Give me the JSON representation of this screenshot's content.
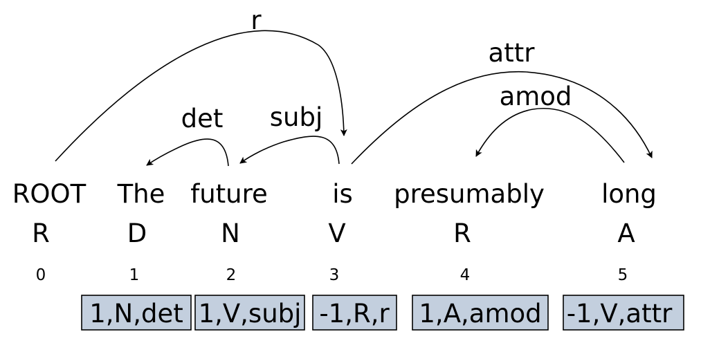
{
  "tokens": [
    {
      "word": "ROOT",
      "pos": "R",
      "index": "0"
    },
    {
      "word": "The",
      "pos": "D",
      "index": "1"
    },
    {
      "word": "future",
      "pos": "N",
      "index": "2"
    },
    {
      "word": "is",
      "pos": "V",
      "index": "3"
    },
    {
      "word": "presumably",
      "pos": "R",
      "index": "4"
    },
    {
      "word": "long",
      "pos": "A",
      "index": "5"
    }
  ],
  "arcs": [
    {
      "from": "0",
      "to": "3",
      "label": "r"
    },
    {
      "from": "2",
      "to": "1",
      "label": "det"
    },
    {
      "from": "3",
      "to": "2",
      "label": "subj"
    },
    {
      "from": "5",
      "to": "4",
      "label": "amod"
    },
    {
      "from": "3",
      "to": "5",
      "label": "attr"
    }
  ],
  "tags": [
    "1,N,det",
    "1,V,subj",
    "-1,R,r",
    "1,A,amod",
    "-1,V,attr"
  ],
  "colors": {
    "tag_fill": "#c3cfde",
    "line": "#000000"
  }
}
